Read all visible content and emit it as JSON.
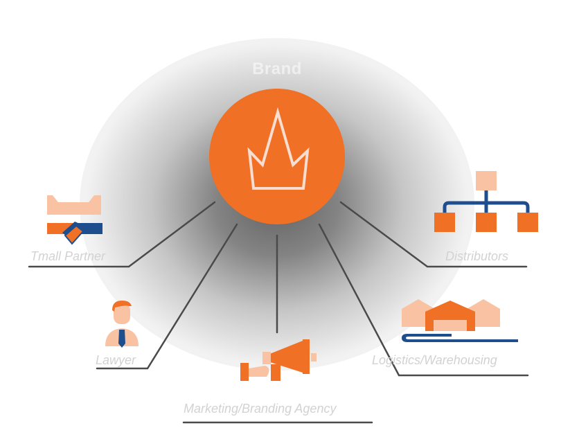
{
  "diagram": {
    "center": {
      "label": "Brand",
      "icon": "crown-icon",
      "color": "#f07025"
    },
    "nodes": [
      {
        "id": "tmall",
        "label": "Tmall Partner",
        "icon": "handshake-icon"
      },
      {
        "id": "lawyer",
        "label": "Lawyer",
        "icon": "businessman-icon"
      },
      {
        "id": "marketing",
        "label": "Marketing/Branding Agency",
        "icon": "megaphone-icon"
      },
      {
        "id": "logistics",
        "label": "Logistics/Warehousing",
        "icon": "warehouse-icon"
      },
      {
        "id": "distributors",
        "label": "Distributors",
        "icon": "hierarchy-icon"
      }
    ],
    "colors": {
      "orange": "#f07025",
      "light_orange": "#f9c3a3",
      "navy": "#1f4e8f",
      "line": "#4a4a4a"
    }
  }
}
